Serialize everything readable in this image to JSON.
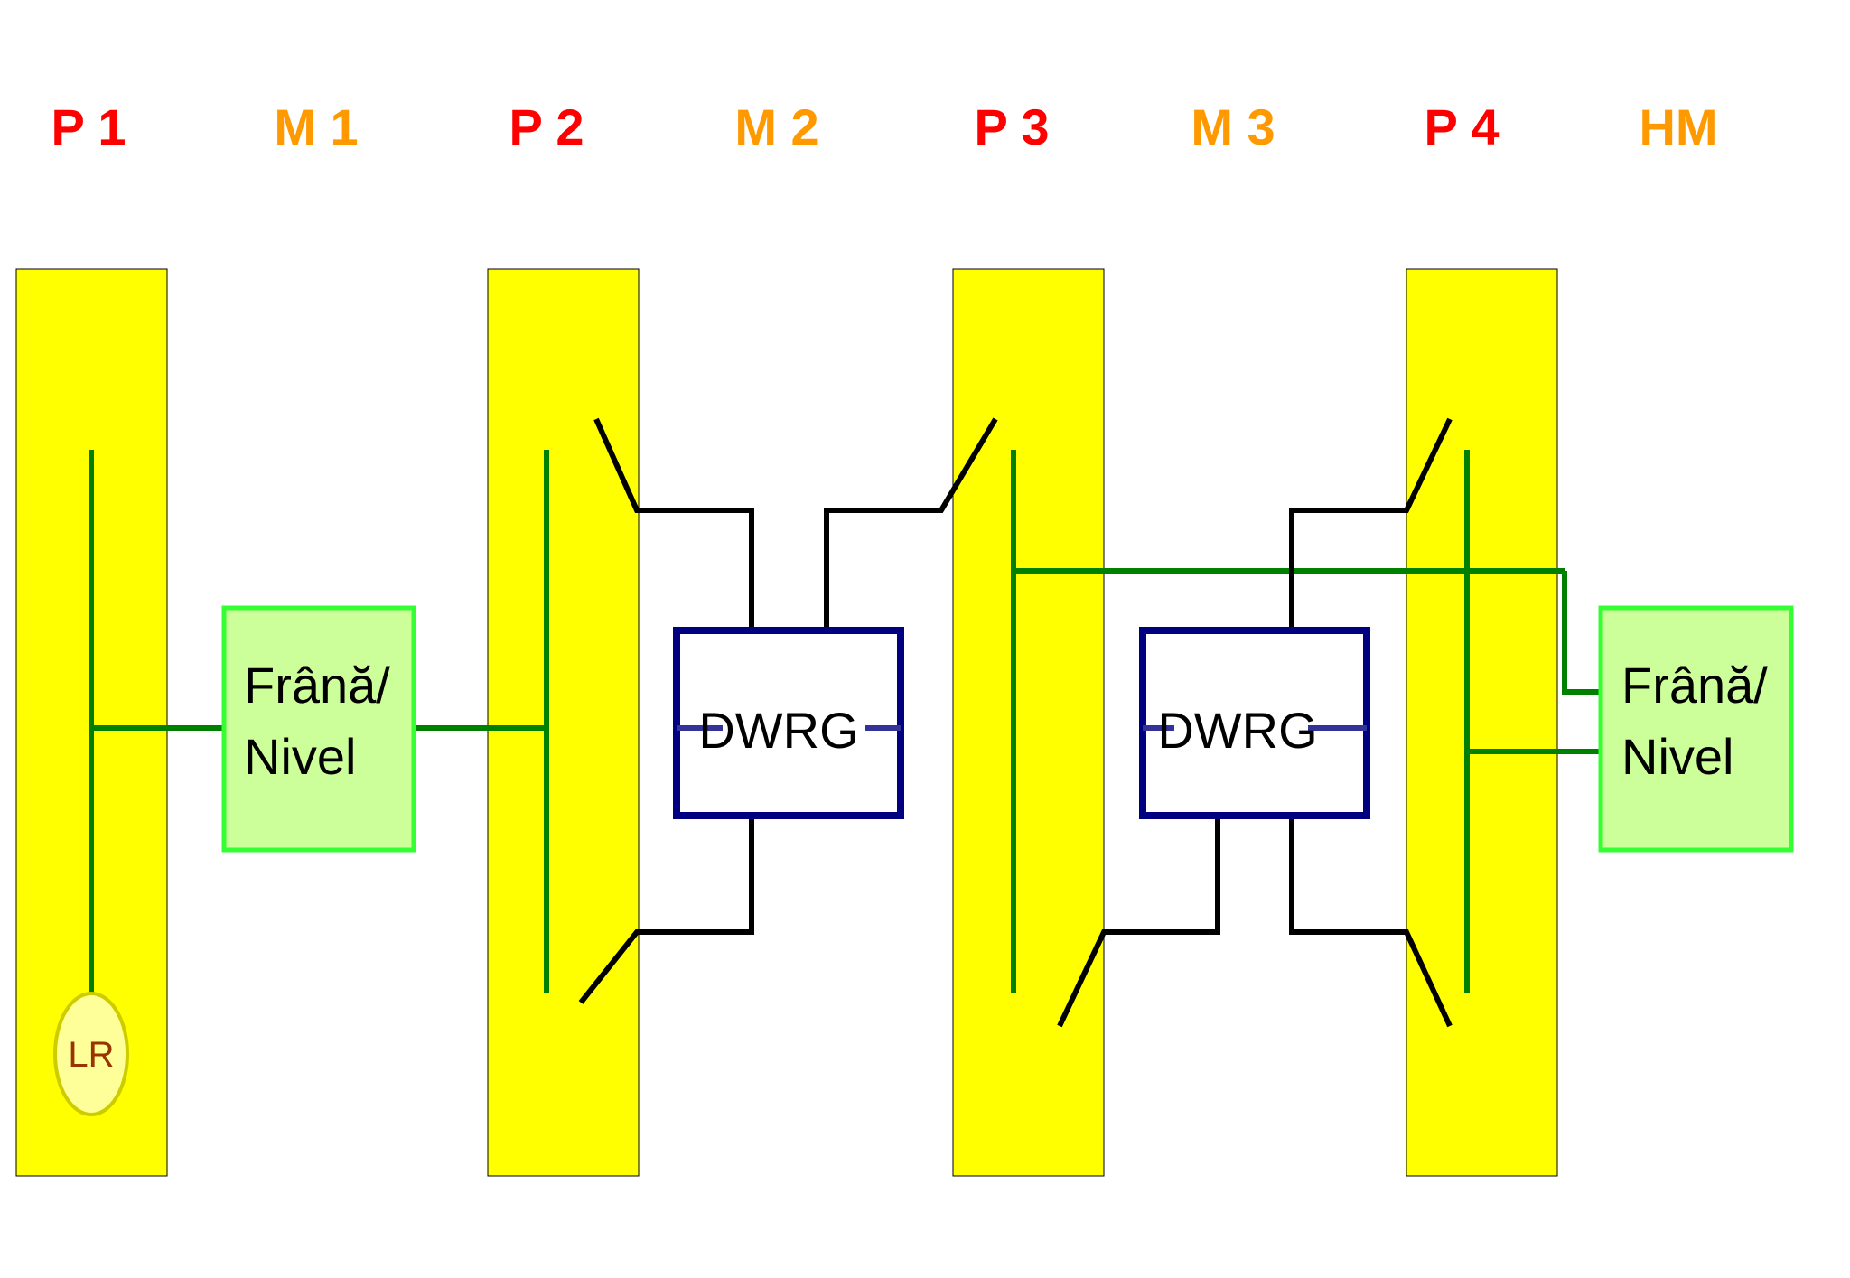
{
  "columns": [
    {
      "label": "P 1",
      "color": "#ff0000"
    },
    {
      "label": "M 1",
      "color": "#ff9900"
    },
    {
      "label": "P 2",
      "color": "#ff0000"
    },
    {
      "label": "M 2",
      "color": "#ff9900"
    },
    {
      "label": "P 3",
      "color": "#ff0000"
    },
    {
      "label": "M 3",
      "color": "#ff9900"
    },
    {
      "label": "P 4",
      "color": "#ff0000"
    },
    {
      "label": "HM",
      "color": "#ff9900"
    }
  ],
  "brake_left": {
    "line1": "Frână/",
    "line2": "Nivel"
  },
  "brake_right": {
    "line1": "Frână/",
    "line2": "Nivel"
  },
  "dwrg_left": "DWRG",
  "dwrg_right": "DWRG",
  "lr_label": "LR",
  "colors": {
    "pillar": "#ffff00",
    "green_line": "#008000",
    "brake_fill": "#ccff99",
    "brake_border": "#33ff33",
    "dwrg_border": "#000080",
    "dwrg_stub": "#333399",
    "lr_fill": "#ffff99",
    "lr_border": "#cccc00"
  }
}
